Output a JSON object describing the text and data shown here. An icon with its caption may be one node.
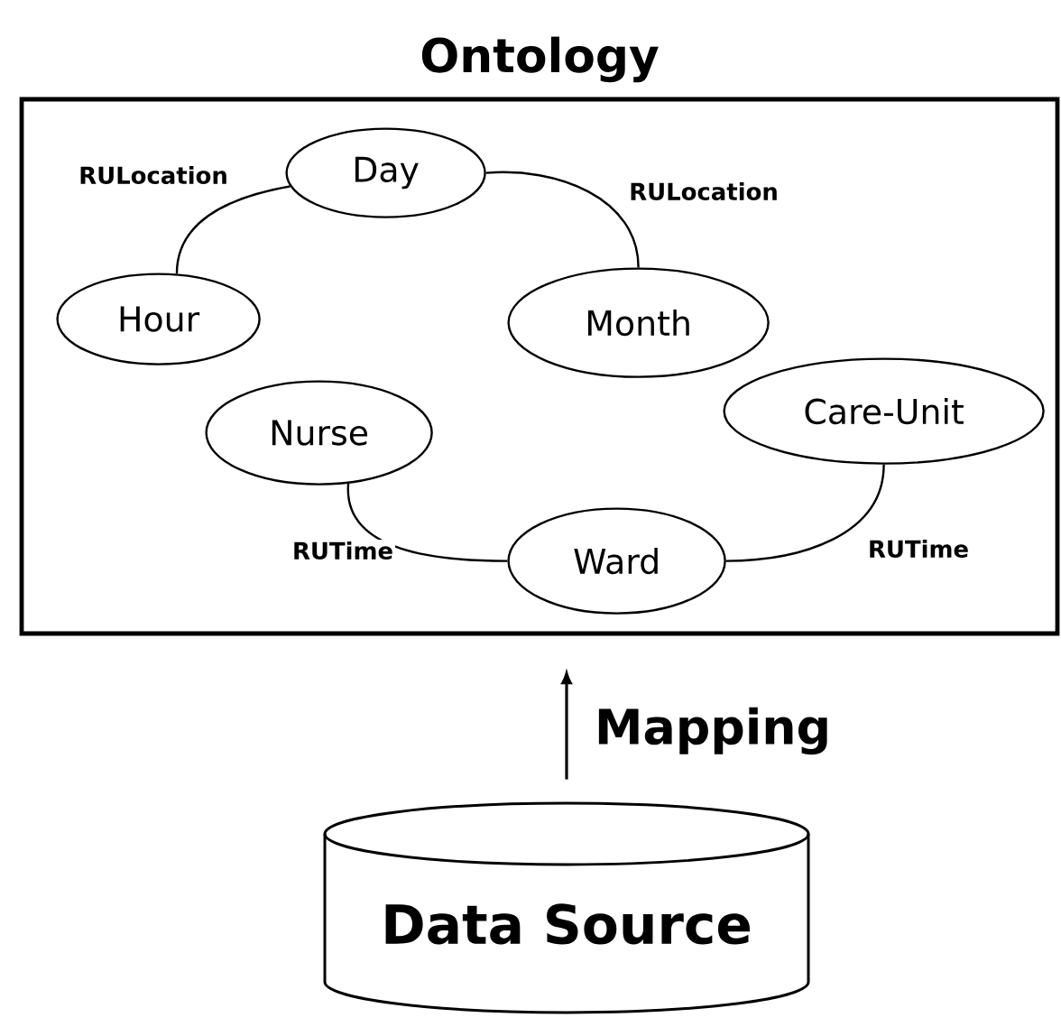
{
  "diagram": {
    "nodes": [
      {
        "text": [
          "Ontology"
        ]
      },
      {
        "text": [
          "Day"
        ],
        "in": 0
      },
      {
        "text": [
          "Hour"
        ],
        "in": 0
      },
      {
        "text": [
          "Month"
        ],
        "in": 0
      },
      {
        "text": [
          "Nurse"
        ],
        "in": 0
      },
      {
        "text": [
          "Ward"
        ],
        "in": 0
      },
      {
        "text": [
          "Care-Unit"
        ],
        "in": 0
      },
      {
        "text": [
          "Data Source"
        ]
      }
    ],
    "edges": [
      {
        "from": 1,
        "to": 2,
        "arrow": "none",
        "label": "RULocation"
      },
      {
        "from": 1,
        "to": 3,
        "arrow": "none",
        "label": "RULocation"
      },
      {
        "from": 4,
        "to": 5,
        "arrow": "none",
        "label": "RUTime"
      },
      {
        "from": 5,
        "to": 6,
        "arrow": "none",
        "label": "RUTime"
      },
      {
        "from": 7,
        "to": 0,
        "arrow": "to",
        "label": "Mapping"
      }
    ]
  }
}
